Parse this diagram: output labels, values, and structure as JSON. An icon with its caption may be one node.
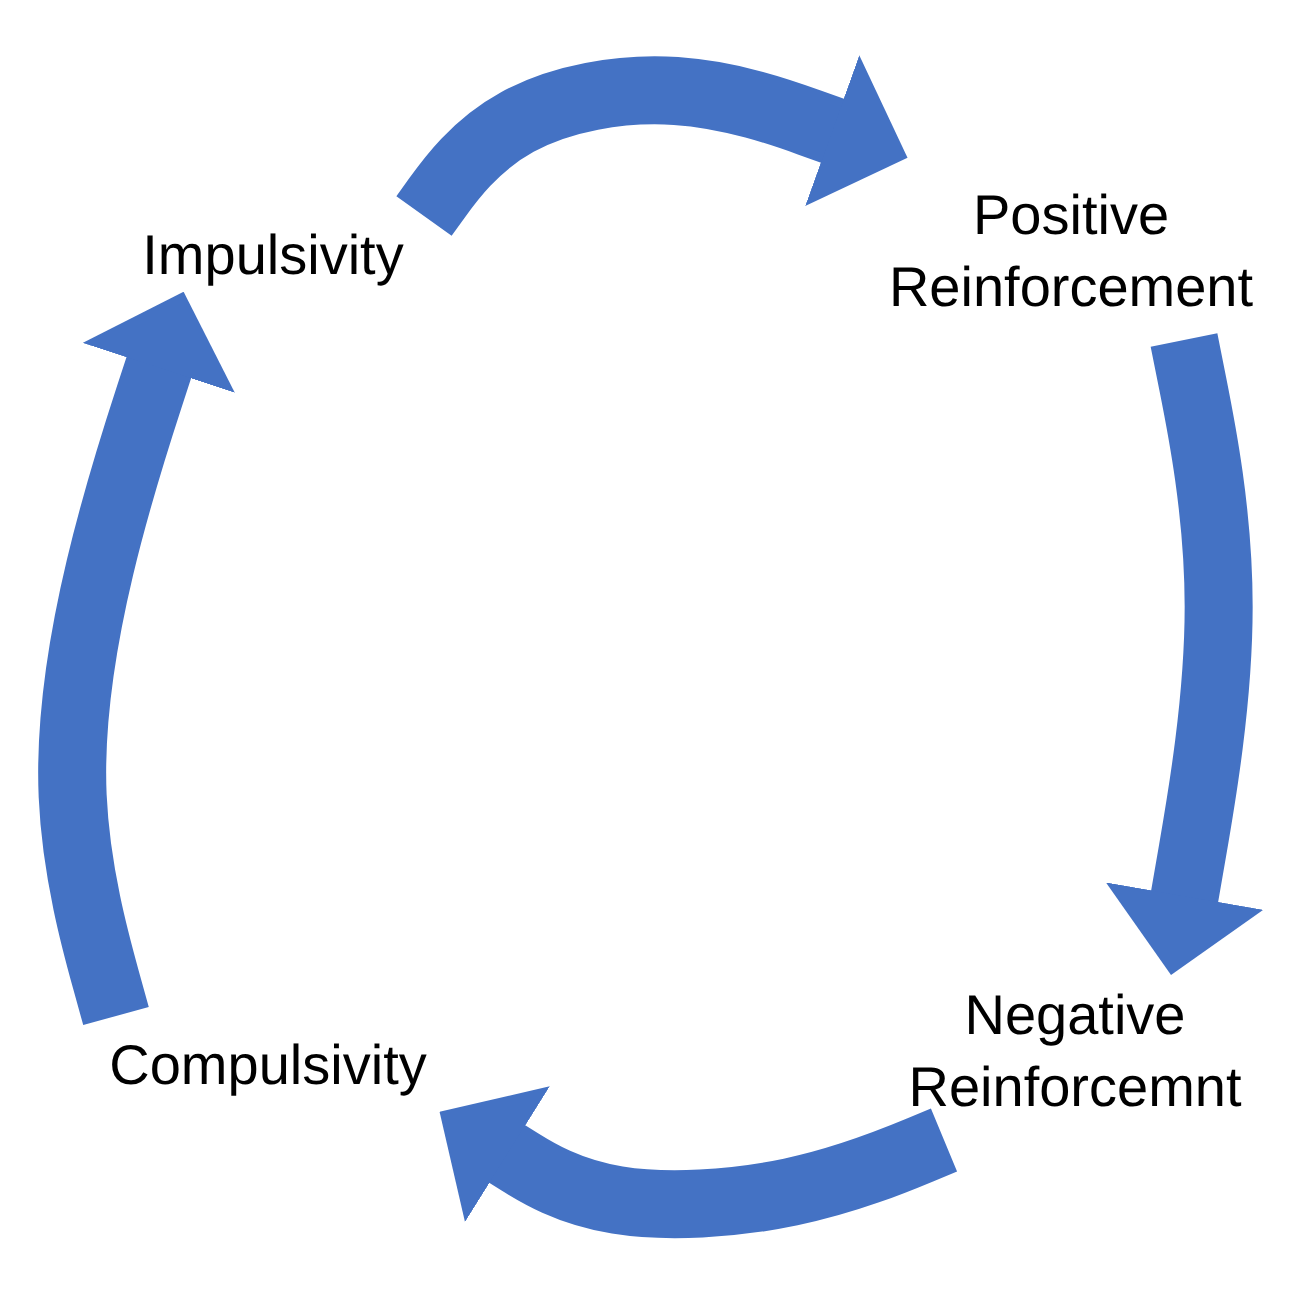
{
  "diagram": {
    "nodes": [
      {
        "text": [
          "Impulsivity"
        ]
      },
      {
        "text": [
          "Positive Reinforcement"
        ]
      },
      {
        "text": [
          "Negative Reinforcemnt"
        ]
      },
      {
        "text": [
          "Compulsivity"
        ]
      }
    ],
    "edges": [
      {
        "from": 0,
        "to": 1,
        "arrow": "to"
      },
      {
        "from": 1,
        "to": 2,
        "arrow": "to"
      },
      {
        "from": 2,
        "to": 3,
        "arrow": "to"
      },
      {
        "from": 3,
        "to": 0,
        "arrow": "to"
      }
    ]
  }
}
